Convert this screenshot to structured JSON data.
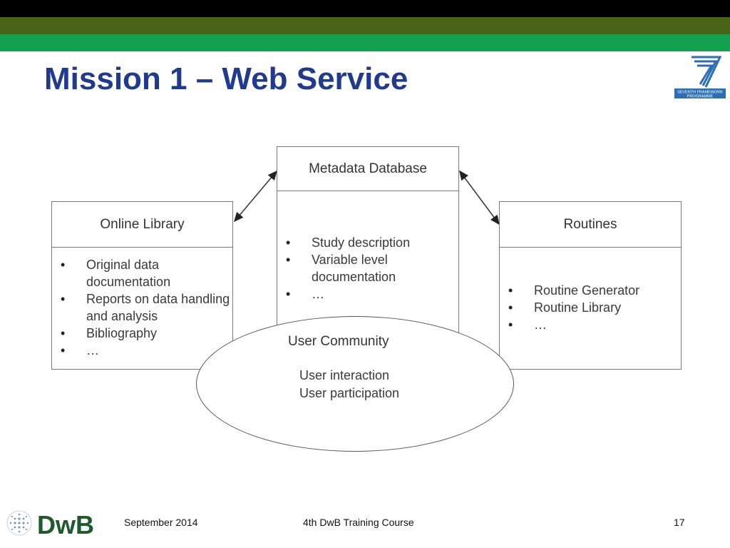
{
  "slide": {
    "title": "Mission 1 – Web Service",
    "header_colors": {
      "top": "#000000",
      "middle": "#4b6317",
      "bottom": "#14a04f"
    },
    "title_color": "#1f3a8f"
  },
  "logo_fp7": {
    "icon": "seventh-framework-programme-logo",
    "line1": "SEVENTH FRAMEWORK",
    "line2": "PROGRAMME"
  },
  "diagram": {
    "online_library": {
      "title": "Online Library",
      "items": [
        "Original data documentation",
        "Reports on data handling and analysis",
        "Bibliography",
        "…"
      ]
    },
    "metadata_database": {
      "title": "Metadata Database",
      "items": [
        "Study description",
        "Variable level documentation",
        "…"
      ]
    },
    "routines": {
      "title": "Routines",
      "items": [
        "Routine Generator",
        "Routine Library",
        "…"
      ]
    },
    "user_community": {
      "title": "User Community",
      "lines": [
        "User interaction",
        "User participation"
      ]
    }
  },
  "footer": {
    "logo": {
      "icon": "dwb-globe-logo",
      "text": "DwB",
      "color": "#1d5a2c"
    },
    "date": "September 2014",
    "course": "4th DwB Training Course",
    "page": "17"
  }
}
